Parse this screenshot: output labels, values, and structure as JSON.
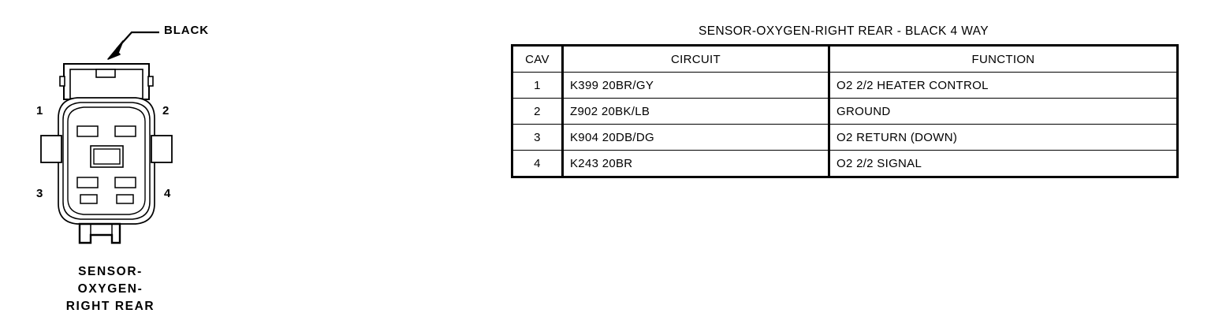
{
  "connector": {
    "callout_label": "BLACK",
    "pin_numbers": [
      "1",
      "2",
      "3",
      "4"
    ],
    "caption_lines": [
      "SENSOR-",
      "OXYGEN-",
      "RIGHT REAR"
    ],
    "caption_full": "SENSOR-OXYGEN-RIGHT REAR",
    "line_color": "#000000",
    "fill_color": "#ffffff"
  },
  "pinout": {
    "title": "SENSOR-OXYGEN-RIGHT REAR - BLACK 4 WAY",
    "columns": [
      "CAV",
      "CIRCUIT",
      "FUNCTION"
    ],
    "rows": [
      {
        "cav": "1",
        "circuit": "K399  20BR/GY",
        "function": "O2 2/2 HEATER CONTROL"
      },
      {
        "cav": "2",
        "circuit": "Z902  20BK/LB",
        "function": "GROUND"
      },
      {
        "cav": "3",
        "circuit": "K904  20DB/DG",
        "function": "O2 RETURN (DOWN)"
      },
      {
        "cav": "4",
        "circuit": "K243  20BR",
        "function": "O2 2/2 SIGNAL"
      }
    ]
  }
}
